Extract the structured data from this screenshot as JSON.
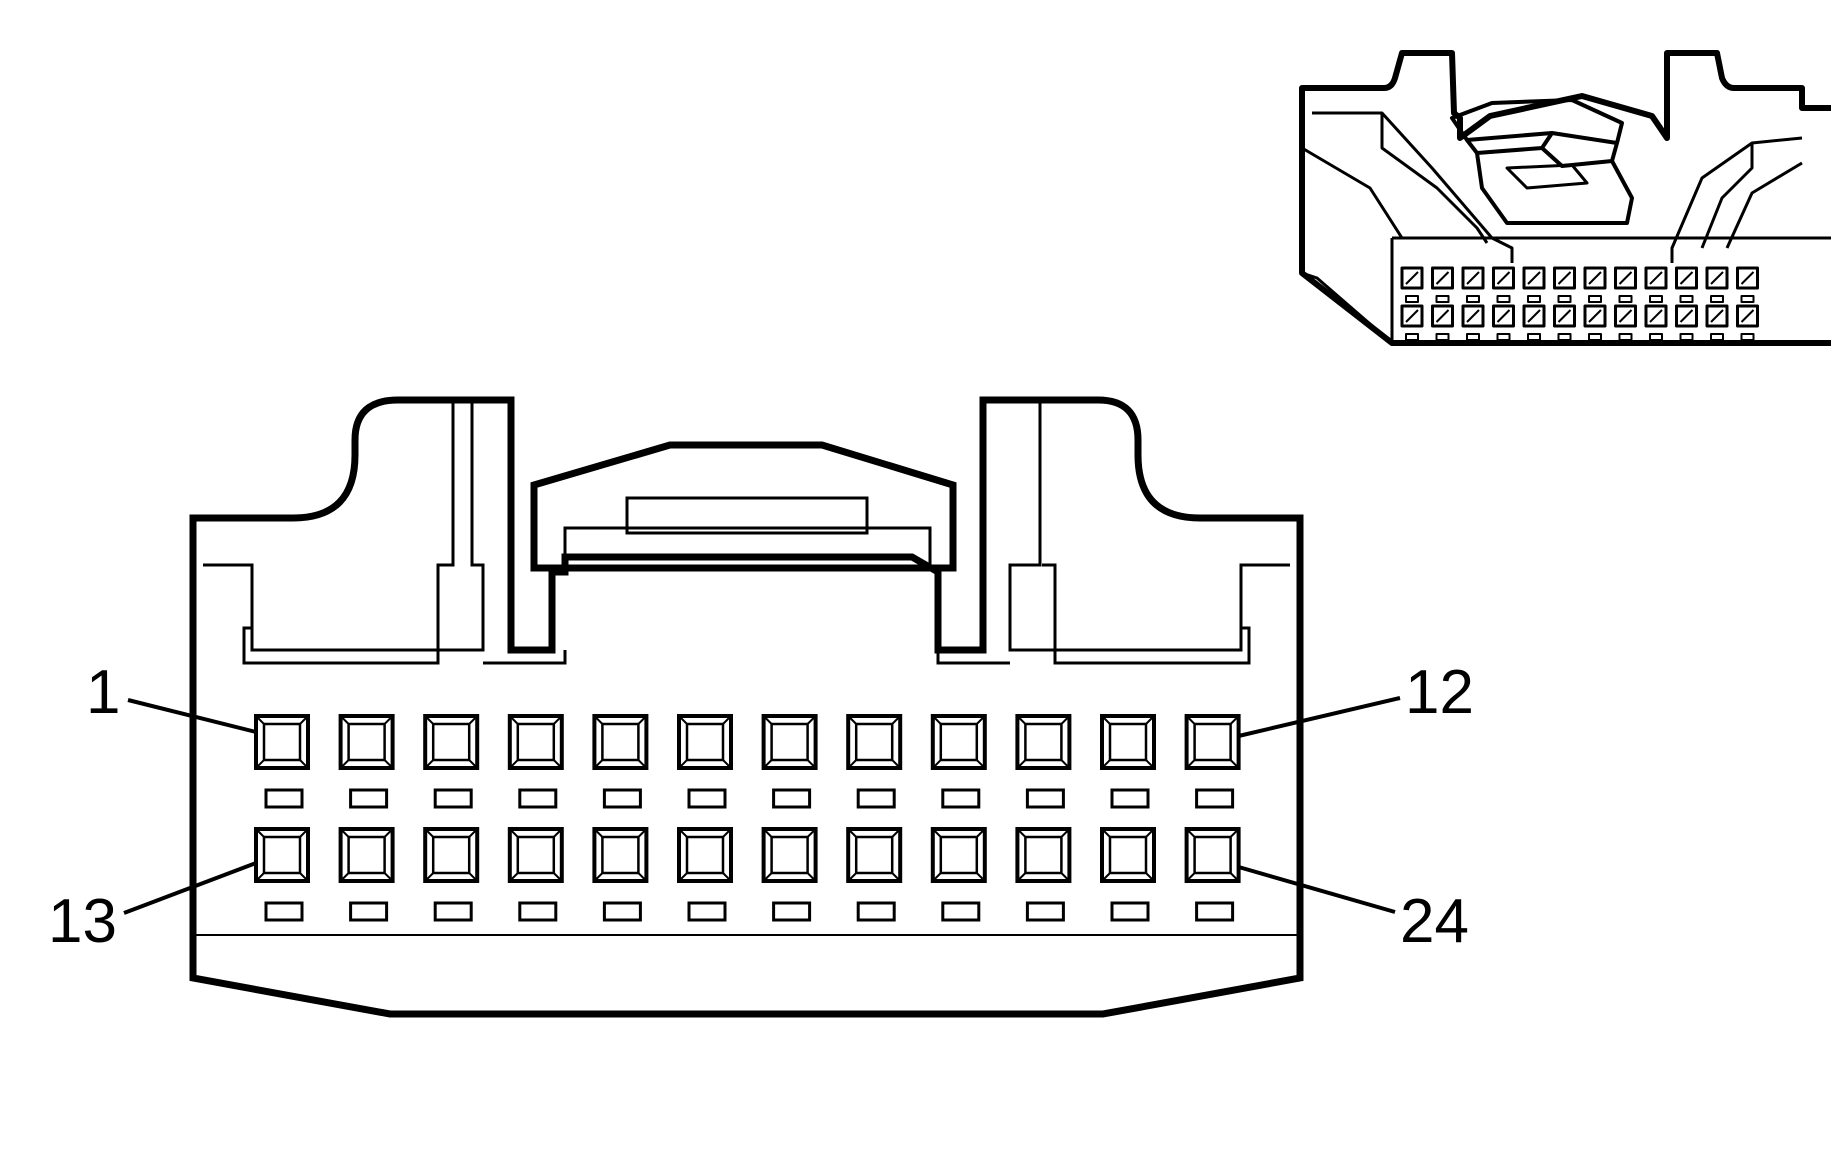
{
  "connector": {
    "pins_per_row": 12,
    "rows": 2,
    "pin_labels": [
      {
        "id": "first-row-start",
        "text": "1",
        "pin": 1
      },
      {
        "id": "first-row-end",
        "text": "12",
        "pin": 12
      },
      {
        "id": "second-row-start",
        "text": "13",
        "pin": 13
      },
      {
        "id": "second-row-end",
        "text": "24",
        "pin": 24
      }
    ]
  },
  "colors": {
    "ink": "#000000",
    "background": "#ffffff"
  }
}
